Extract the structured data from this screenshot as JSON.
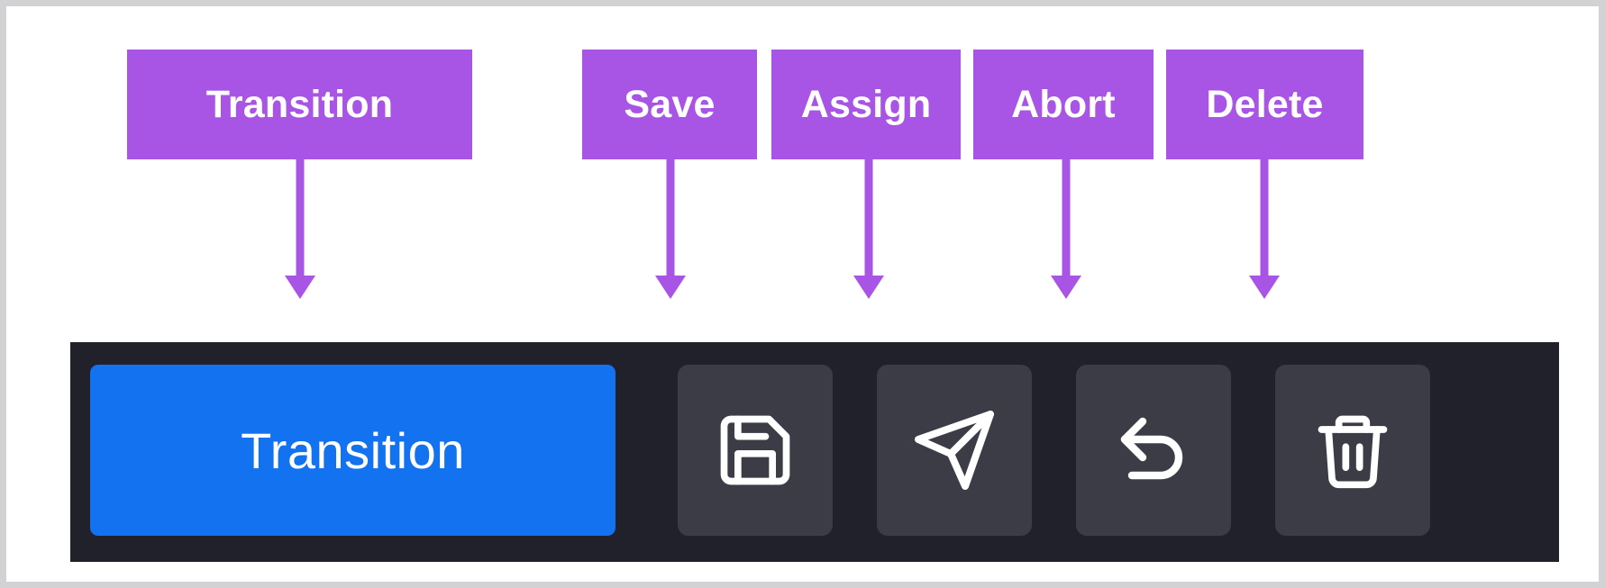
{
  "annotations": {
    "accent_color": "#a855e6",
    "callouts": [
      {
        "label": "Transition",
        "target": "transition-button"
      },
      {
        "label": "Save",
        "target": "save-button"
      },
      {
        "label": "Assign",
        "target": "assign-button"
      },
      {
        "label": "Abort",
        "target": "abort-button"
      },
      {
        "label": "Delete",
        "target": "delete-button"
      }
    ]
  },
  "toolbar": {
    "background_color": "#21212b",
    "primary_button": {
      "label": "Transition",
      "background_color": "#1272ef",
      "text_color": "#ffffff"
    },
    "icon_buttons": [
      {
        "name": "save",
        "icon": "floppy-disk-icon",
        "background_color": "#3c3c47"
      },
      {
        "name": "assign",
        "icon": "paper-plane-icon",
        "background_color": "#3c3c47"
      },
      {
        "name": "abort",
        "icon": "undo-arrow-icon",
        "background_color": "#3c3c47"
      },
      {
        "name": "delete",
        "icon": "trash-can-icon",
        "background_color": "#3c3c47"
      }
    ]
  },
  "frame": {
    "border_color": "#d2d2d4",
    "background_color": "#ffffff"
  }
}
